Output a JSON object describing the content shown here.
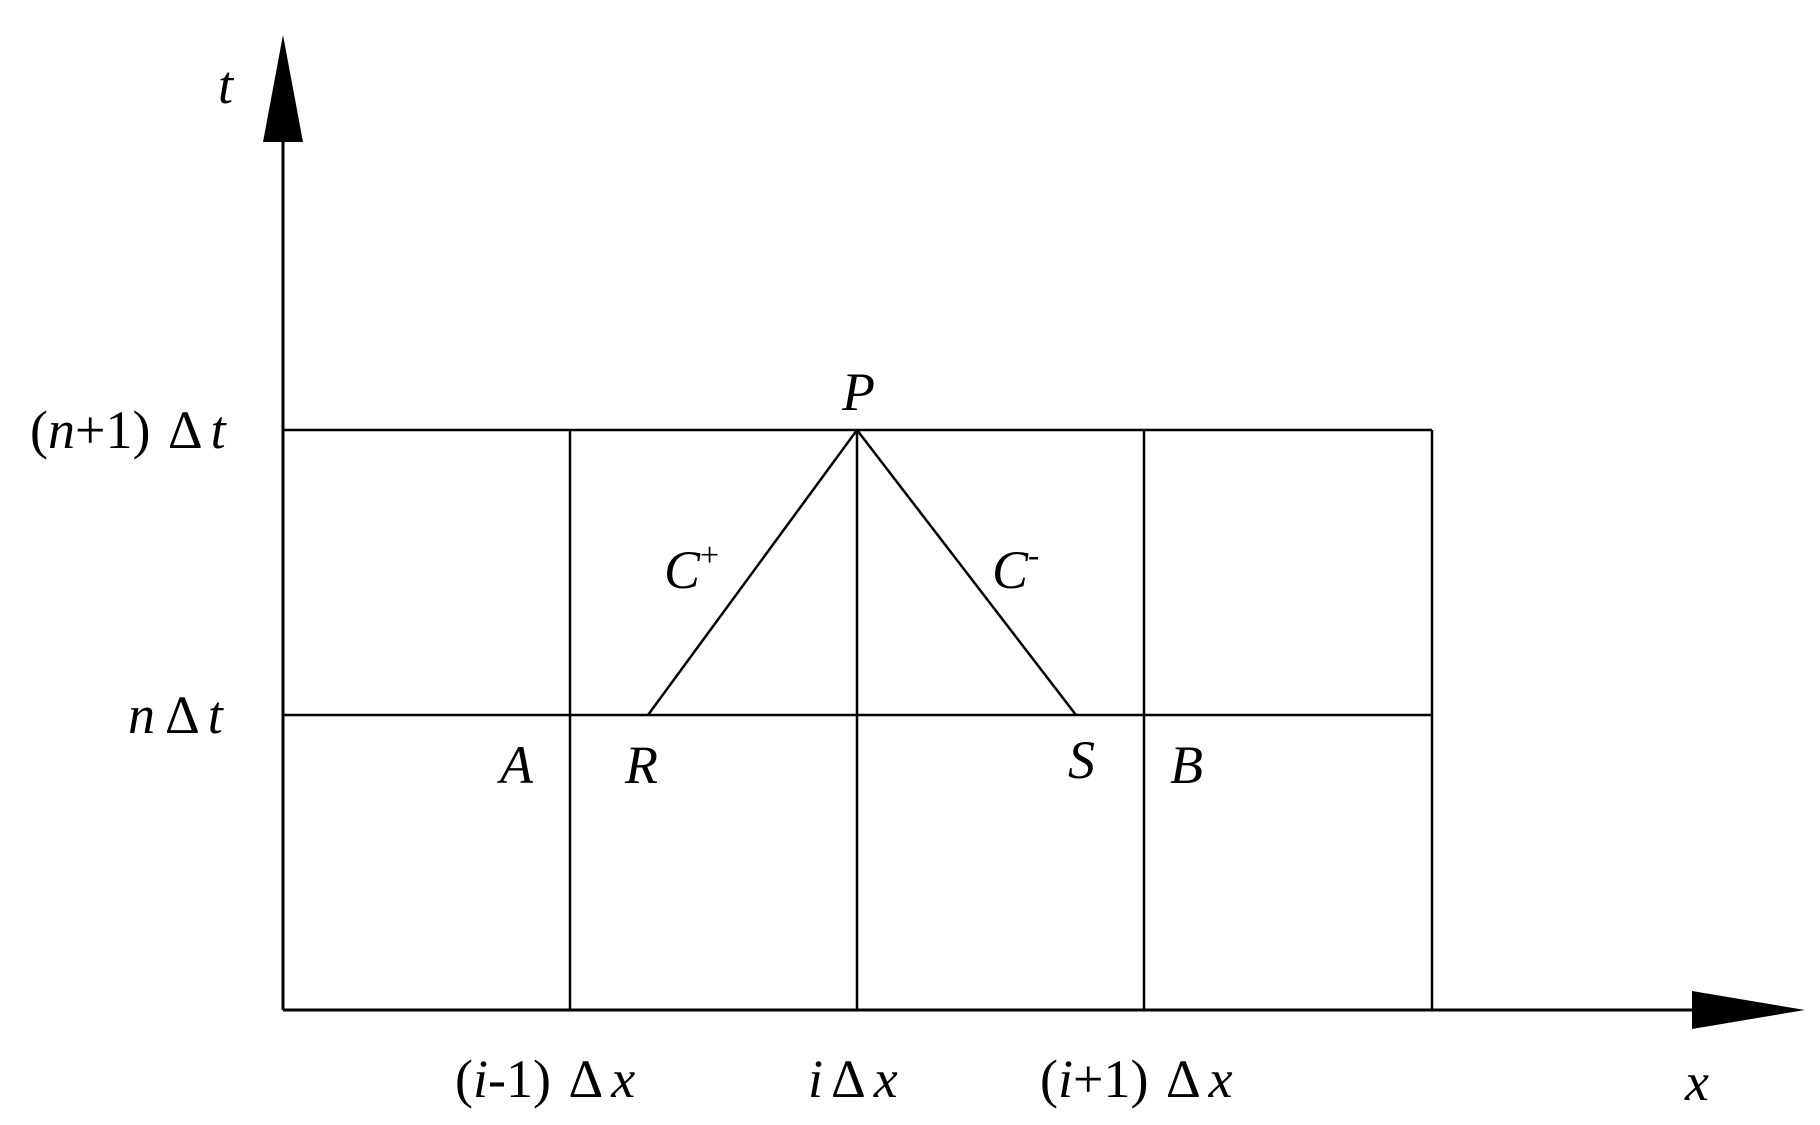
{
  "colors": {
    "ink": "#000000",
    "background": "#ffffff"
  },
  "axes": {
    "x_label": "x",
    "t_label": "t"
  },
  "t_ticks": {
    "upper": {
      "open": "(",
      "var": "n",
      "rest": "+1) ",
      "delta": "Δ",
      "sym": "t"
    },
    "lower": {
      "var": "n",
      "delta": "Δ",
      "sym": "t"
    }
  },
  "x_ticks": {
    "left": {
      "open": "(",
      "var": "i",
      "rest": "-1) ",
      "delta": "Δ",
      "sym": "x"
    },
    "center": {
      "var": "i",
      "delta": "Δ",
      "sym": "x"
    },
    "right": {
      "open": "(",
      "var": "i",
      "rest": "+1) ",
      "delta": "Δ",
      "sym": "x"
    }
  },
  "points": {
    "P": "P",
    "A": "A",
    "R": "R",
    "S": "S",
    "B": "B"
  },
  "characteristics": {
    "plus": {
      "base": "C",
      "sign": "+"
    },
    "minus": {
      "base": "C",
      "sign": "-"
    }
  }
}
